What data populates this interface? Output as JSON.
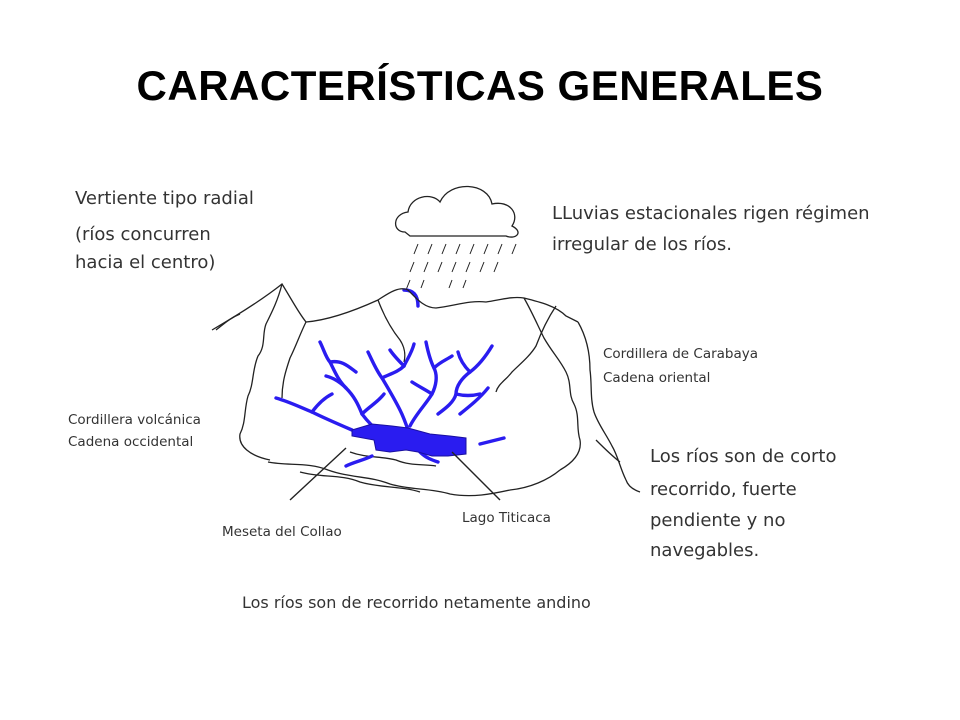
{
  "slide": {
    "title": "CARACTERÍSTICAS GENERALES"
  },
  "labels": {
    "vertiente": [
      "Vertiente tipo radial",
      "(ríos concurren",
      "hacia el centro)"
    ],
    "lluvias": [
      "LLuvias estacionales rigen régimen",
      "irregular de los ríos."
    ],
    "carabaya": [
      "Cordillera de Carabaya",
      "Cadena oriental"
    ],
    "volcanica": [
      "Cordillera volcánica",
      "Cadena occidental"
    ],
    "corto": [
      "Los ríos son de corto",
      "recorrido, fuerte",
      "pendiente y no",
      "navegables."
    ],
    "meseta": "Meseta del Collao",
    "lago": "Lago Titicaca",
    "andino": "Los ríos son de recorrido netamente andino"
  },
  "colors": {
    "river": "#2a1cf0",
    "lake": "#2a1cf0",
    "text": "#333333",
    "line": "#222222"
  }
}
